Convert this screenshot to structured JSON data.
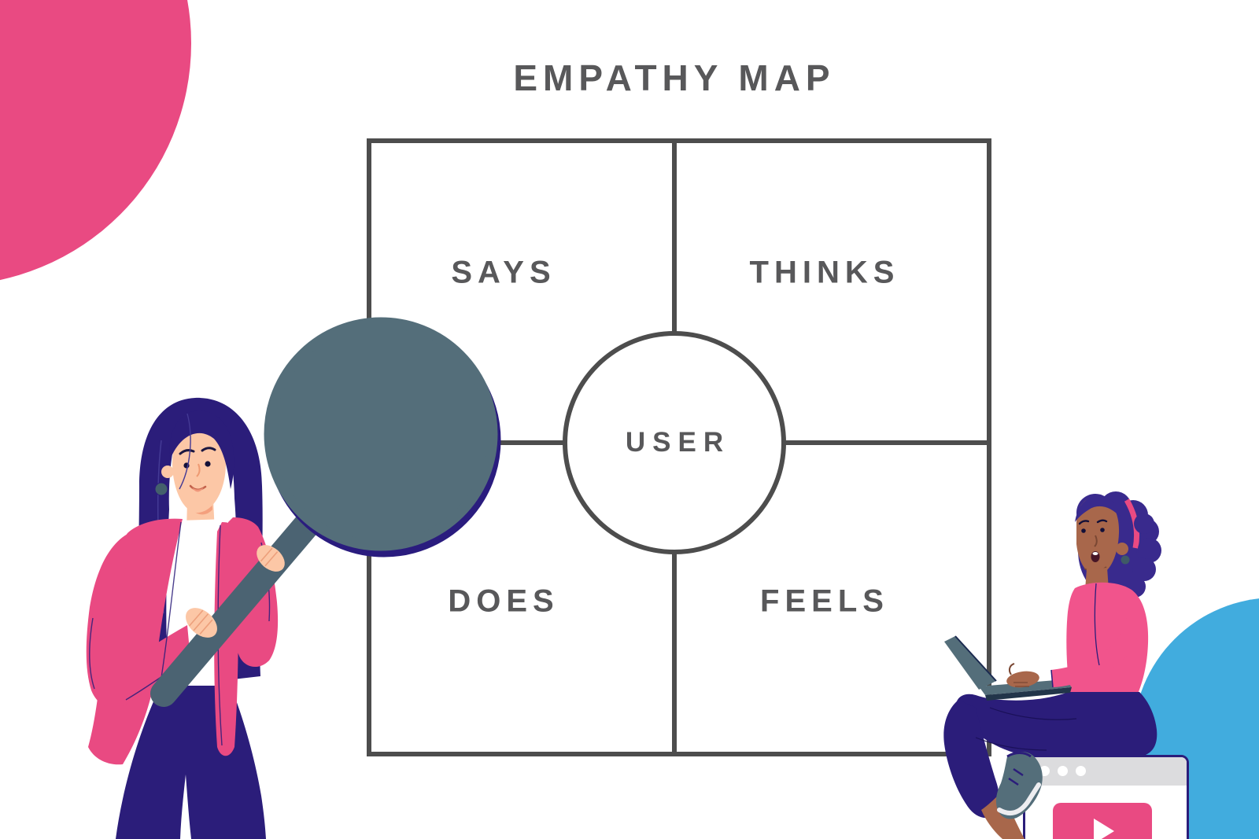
{
  "title": "EMPATHY MAP",
  "empathy_map": {
    "center_label": "USER",
    "quadrants": [
      {
        "id": "says",
        "label": "SAYS"
      },
      {
        "id": "thinks",
        "label": "THINKS"
      },
      {
        "id": "does",
        "label": "DOES"
      },
      {
        "id": "feels",
        "label": "FEELS"
      }
    ]
  },
  "illustrations": {
    "left_figure": "woman-presenter-holding-magnifying-glass",
    "right_figure": "woman-sitting-on-browser-window-with-laptop",
    "browser_window": {
      "titlebar_dots": 3,
      "content": "video-play-button"
    },
    "decorations": [
      "pink-corner-circle-top-left",
      "blue-circle-bottom-right"
    ]
  },
  "colors": {
    "background": "#FFFFFF",
    "grid_line": "#4D4D4D",
    "label_text": "#58585A",
    "pink": "#E94A82",
    "blue": "#41ACDE",
    "navy": "#2B1D7A",
    "slate": "#546E7A",
    "skin_light": "#FCC7A6",
    "skin_dark": "#A8674B"
  }
}
